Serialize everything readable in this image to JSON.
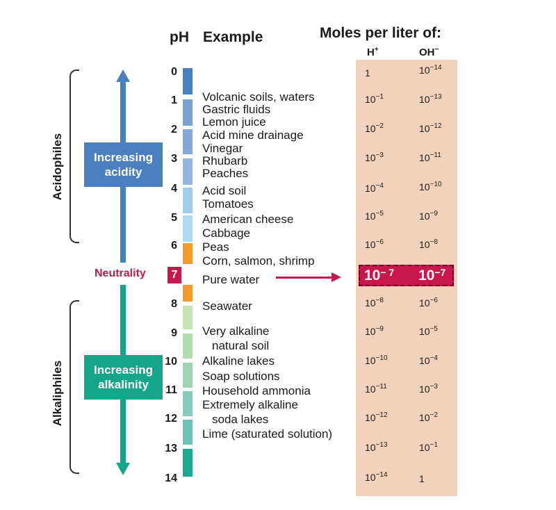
{
  "header": {
    "ph": "pH",
    "example": "Example",
    "moles": "Moles per liter of:",
    "h_base": "H",
    "h_sup": "+",
    "oh_base": "OH",
    "oh_sup": "−"
  },
  "side_labels": {
    "acidophiles": "Acidophiles",
    "alkaliphiles": "Alkaliphiles",
    "increasing_acidity": [
      "Increasing",
      "acidity"
    ],
    "increasing_alkalinity": [
      "Increasing",
      "alkalinity"
    ],
    "neutrality": "Neutrality"
  },
  "ph_scale": [
    "0",
    "1",
    "2",
    "3",
    "4",
    "5",
    "6",
    "7",
    "8",
    "9",
    "10",
    "11",
    "12",
    "13",
    "14"
  ],
  "examples": [
    "Volcanic soils, waters",
    "Gastric fluids",
    "Lemon juice",
    "Acid mine drainage",
    "Vinegar",
    "Rhubarb",
    "Peaches",
    "Acid soil",
    "Tomatoes",
    "American cheese",
    "Cabbage",
    "Peas",
    "Corn, salmon, shrimp",
    "Pure water",
    "Seawater",
    "Very alkaline",
    "natural soil",
    "Alkaline lakes",
    "Soap solutions",
    "Household ammonia",
    "Extremely alkaline",
    "soda lakes",
    "Lime (saturated solution)"
  ],
  "moles": [
    {
      "h": "1",
      "h_exp": "",
      "oh": "10",
      "oh_exp": "−14"
    },
    {
      "h": "10",
      "h_exp": "−1",
      "oh": "10",
      "oh_exp": "−13"
    },
    {
      "h": "10",
      "h_exp": "−2",
      "oh": "10",
      "oh_exp": "−12"
    },
    {
      "h": "10",
      "h_exp": "−3",
      "oh": "10",
      "oh_exp": "−11"
    },
    {
      "h": "10",
      "h_exp": "−4",
      "oh": "10",
      "oh_exp": "−10"
    },
    {
      "h": "10",
      "h_exp": "−5",
      "oh": "10",
      "oh_exp": "−9"
    },
    {
      "h": "10",
      "h_exp": "−6",
      "oh": "10",
      "oh_exp": "−8"
    },
    {
      "h": "10",
      "h_exp": "− 7",
      "oh": "10",
      "oh_exp": "−7"
    },
    {
      "h": "10",
      "h_exp": "−8",
      "oh": "10",
      "oh_exp": "−6"
    },
    {
      "h": "10",
      "h_exp": "−9",
      "oh": "10",
      "oh_exp": "−5"
    },
    {
      "h": "10",
      "h_exp": "−10",
      "oh": "10",
      "oh_exp": "−4"
    },
    {
      "h": "10",
      "h_exp": "−11",
      "oh": "10",
      "oh_exp": "−3"
    },
    {
      "h": "10",
      "h_exp": "−12",
      "oh": "10",
      "oh_exp": "−2"
    },
    {
      "h": "10",
      "h_exp": "−13",
      "oh": "10",
      "oh_exp": "−1"
    },
    {
      "h": "10",
      "h_exp": "−14",
      "oh": "1",
      "oh_exp": ""
    }
  ],
  "colors": {
    "acid_arrow": "#4a80c0",
    "alkaline_arrow": "#14a58a",
    "neutral": "#c8174a",
    "moles_background": "#f3d2bd",
    "scale": [
      "#4a80c0",
      "#7ca1d3",
      "#86a8d8",
      "#93b5e0",
      "#9fcdec",
      "#aedaf4",
      "#c3e6f8",
      "#f39a2b",
      "#f39a2b",
      "#c7e3b4",
      "#b2dcae",
      "#9ed3b4",
      "#87ccba",
      "#6cc3b6",
      "#1aab8f",
      "#13a58a"
    ]
  }
}
